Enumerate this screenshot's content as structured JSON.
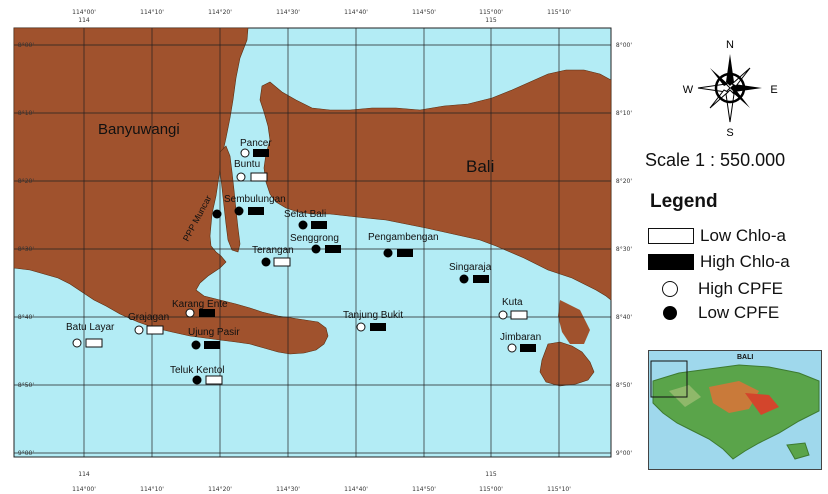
{
  "map": {
    "land_labels": {
      "banyuwangi": "Banyuwangi",
      "bali": "Bali",
      "muncar": "PPP Muncar"
    },
    "places": [
      {
        "name": "Pancer",
        "cpfe": "high",
        "chlo": "high"
      },
      {
        "name": "Buntu",
        "cpfe": "high",
        "chlo": "low"
      },
      {
        "name": "Sembulungan",
        "cpfe": "low",
        "chlo": "high"
      },
      {
        "name": "Selat Bali",
        "cpfe": "low",
        "chlo": "high"
      },
      {
        "name": "Senggrong",
        "cpfe": "low",
        "chlo": "high"
      },
      {
        "name": "Pengambengan",
        "cpfe": "low",
        "chlo": "high"
      },
      {
        "name": "Terangan",
        "cpfe": "low",
        "chlo": "low"
      },
      {
        "name": "Singaraja",
        "cpfe": "low",
        "chlo": "high"
      },
      {
        "name": "Kuta",
        "cpfe": "high",
        "chlo": "low"
      },
      {
        "name": "Tanjung Bukit",
        "cpfe": "high",
        "chlo": "high"
      },
      {
        "name": "Jimbaran",
        "cpfe": "high",
        "chlo": "high"
      },
      {
        "name": "Karang Ente",
        "cpfe": "high",
        "chlo": "high"
      },
      {
        "name": "Grajagan",
        "cpfe": "high",
        "chlo": "low"
      },
      {
        "name": "Batu Layar",
        "cpfe": "high",
        "chlo": "low"
      },
      {
        "name": "Ujung Pasir",
        "cpfe": "low",
        "chlo": "high"
      },
      {
        "name": "Teluk Kentol",
        "cpfe": "low",
        "chlo": "low"
      }
    ],
    "lon_ticks": [
      "114°00'",
      "114°10'",
      "114°20'",
      "114°30'",
      "114°40'",
      "114°50'",
      "115°00'",
      "115°10'"
    ],
    "lat_ticks": [
      "8°00'",
      "8°10'",
      "8°20'",
      "8°30'",
      "8°40'",
      "8°50'",
      "9°00'"
    ],
    "top_extra": [
      "114",
      "115"
    ],
    "bottom_extra": [
      "114",
      "115"
    ],
    "colors": {
      "sea": "#b3ecf5",
      "land": "#a0522d",
      "grid": "#222222"
    }
  },
  "compass": {
    "n": "N",
    "s": "S",
    "e": "E",
    "w": "W"
  },
  "scale": "Scale 1 : 550.000",
  "legend": {
    "title": "Legend",
    "items": [
      {
        "symbol": "rect-empty",
        "label": "Low Chlo-a"
      },
      {
        "symbol": "rect-full",
        "label": "High Chlo-a"
      },
      {
        "symbol": "circle-empty",
        "label": "High CPFE"
      },
      {
        "symbol": "circle-full",
        "label": "Low CPFE"
      }
    ]
  },
  "inset": {
    "title": "BALI"
  }
}
